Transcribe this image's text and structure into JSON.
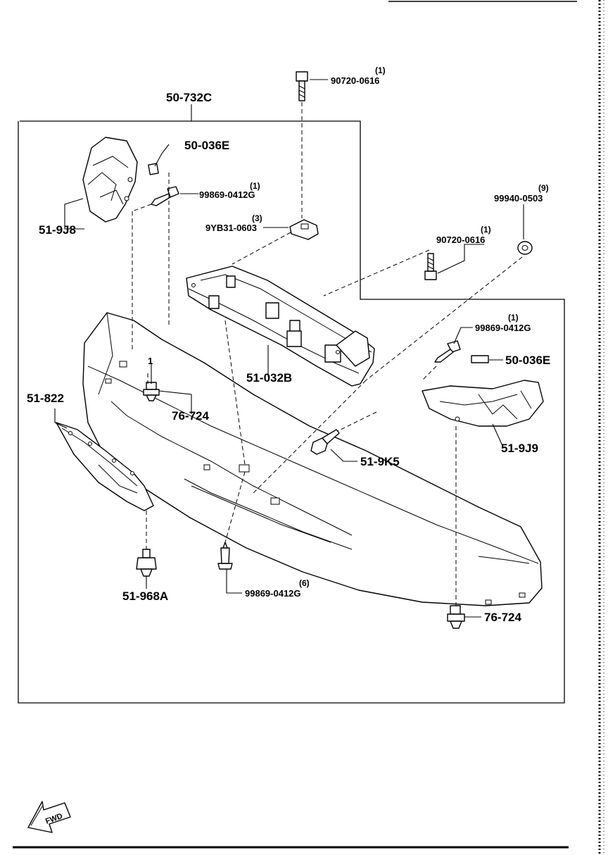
{
  "parts": {
    "bumper_assembly": "50-732C",
    "bolt_top": {
      "number": "90720-0616",
      "qty": "(1)"
    },
    "spacer_upper_left": "50-036E",
    "screw_upper_left": {
      "number": "99869-0412G",
      "qty": "(1)"
    },
    "bracket_left": "51-9J8",
    "nut_clip": {
      "number": "9YB31-0603",
      "qty": "(3)"
    },
    "nut": {
      "number": "99940-0503",
      "qty": "(9)"
    },
    "bolt_right": {
      "number": "90720-0616",
      "qty": "(1)"
    },
    "screw_right": {
      "number": "99869-0412G",
      "qty": "(1)"
    },
    "spacer_right": "50-036E",
    "reinforcement": "51-032B",
    "bracket_right": "51-9J9",
    "clip_rivet": "51-9K5",
    "lip_spoiler": "51-822",
    "fastener_left": "76-724",
    "callout_1": "1",
    "fastener_spoiler": "51-968A",
    "screw_lower": {
      "number": "99869-0412G",
      "qty": "(6)"
    },
    "fastener_right": "76-724"
  },
  "fwd_arrow": "FWD"
}
